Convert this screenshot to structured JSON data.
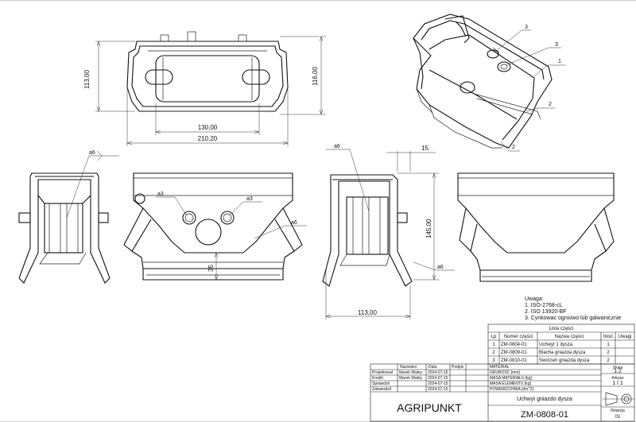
{
  "dimensions": {
    "top_height_left": "113,00",
    "top_height_right": "116,00",
    "width_inner": "130,00",
    "width_outer": "210,20",
    "side_height": "145,00",
    "side_offset": "15",
    "base_width": "113,00",
    "front_height": "35"
  },
  "welds": {
    "a6": "a6",
    "a3": "a3"
  },
  "balloons": [
    "3",
    "3",
    "1",
    "2",
    "2"
  ],
  "notes": {
    "title": "Uwaga:",
    "items": [
      "1. ISO-2768-cL",
      "2. ISO 13920-BF",
      "3. Cynkowac ogniowo lub galwanicznie"
    ]
  },
  "parts_list": {
    "title": "Lista części",
    "headers": [
      "Lp",
      "Numer części",
      "Nazwa części",
      "Ilość",
      "Uwagi"
    ],
    "rows": [
      [
        "1",
        "ZM-0804-01",
        "Uchwyt 1 dysza",
        "1",
        ""
      ],
      [
        "2",
        "ZM-0809-01",
        "Blacha gniazda dysza",
        "2",
        ""
      ],
      [
        "3",
        "ZM-0810-01",
        "Sworzeń gniazda dysza",
        "2",
        ""
      ]
    ]
  },
  "title_block": {
    "col_headers": [
      "Nazwisko",
      "Data",
      "Podpis"
    ],
    "rows": [
      {
        "role": "Projektował",
        "name": "Marek Wałny",
        "date": "2024-07-15",
        "field": "MATERIAŁ"
      },
      {
        "role": "Kreślił",
        "name": "Marek Wałny",
        "date": "2024-07-15",
        "field": "GRUBOŚĆ [mm]"
      },
      {
        "role": "Sprawdził",
        "name": "",
        "date": "2024-07-15",
        "field": "MASA MATERIAŁU [kg]"
      },
      {
        "role": "Zatwierdził",
        "name": "",
        "date": "2024-07-15",
        "field": "MASA ELEMENTU [kg]"
      }
    ],
    "extra_field": "POWIERZCHNIA [dm^2]",
    "company": "AGRIPUNKT",
    "part_name": "Uchwyt gniazdo dysza",
    "drawing_number": "ZM-0808-01",
    "scale_label": "Skala",
    "scale": "1:2",
    "sheet_label": "Arkusz",
    "sheet": "1 / 1",
    "revision_label": "Rewizja",
    "revision": "01"
  },
  "colors": {
    "line": "#111111",
    "paper": "#ffffff"
  }
}
